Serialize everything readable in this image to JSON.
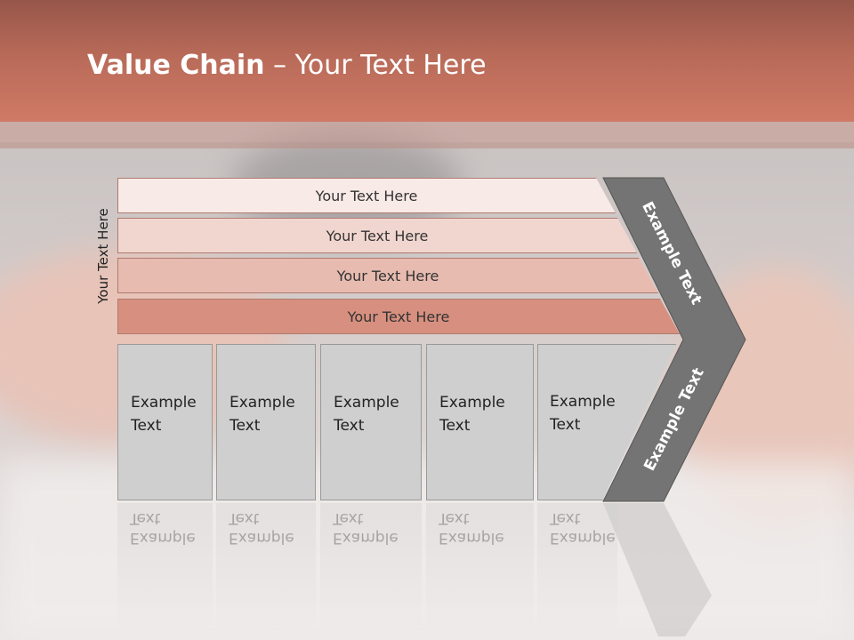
{
  "title": {
    "bold": "Value Chain",
    "rest": " – Your Text Here"
  },
  "side_label": "Your Text Here",
  "bars": [
    {
      "label": "Your Text Here",
      "color": "#f8eae6"
    },
    {
      "label": "Your Text Here",
      "color": "#f1d6cf"
    },
    {
      "label": "Your Text Here",
      "color": "#e7bbaf"
    },
    {
      "label": "Your Text Here",
      "color": "#d7907f"
    }
  ],
  "boxes": [
    {
      "line1": "Example",
      "line2": "Text"
    },
    {
      "line1": "Example",
      "line2": "Text"
    },
    {
      "line1": "Example",
      "line2": "Text"
    },
    {
      "line1": "Example",
      "line2": "Text"
    },
    {
      "line1": "Example",
      "line2": "Text"
    }
  ],
  "arrow": {
    "upper_text": "Example Text",
    "lower_text": "Example Text",
    "color": "#747474"
  },
  "colors": {
    "header": "#c9725f",
    "box": "#cfcfcf"
  }
}
